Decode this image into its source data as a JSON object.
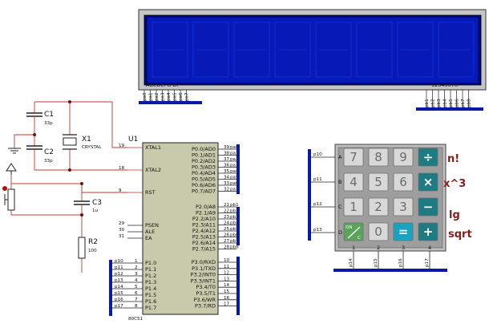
{
  "lcd": {
    "left_label": "ABCDEFG  DP",
    "right_label": "12345678",
    "left_pins": [
      "pa0",
      "pa1",
      "pa2",
      "pa3",
      "pa4",
      "pa5",
      "pa6",
      "pa7"
    ],
    "right_pins": [
      "pb1",
      "pb2",
      "pb3",
      "pb4",
      "pb5",
      "pb6",
      "pb7",
      "pb8"
    ]
  },
  "parts": {
    "c1": {
      "ref": "C1",
      "value": "33p"
    },
    "c2": {
      "ref": "C2",
      "value": "33p"
    },
    "x1": {
      "ref": "X1",
      "value": "CRYSTAL"
    },
    "c3": {
      "ref": "C3",
      "value": "1u"
    },
    "r2": {
      "ref": "R2",
      "value": "100"
    }
  },
  "mcu": {
    "ref": "U1",
    "part": "80C51",
    "left_pins": [
      {
        "num": "19",
        "name": "XTAL1"
      },
      {
        "num": "18",
        "name": "XTAL2"
      },
      {
        "num": "9",
        "name": "RST"
      },
      {
        "num": "29",
        "name": "PSEN"
      },
      {
        "num": "30",
        "name": "ALE"
      },
      {
        "num": "31",
        "name": "EA"
      },
      {
        "num": "1",
        "name": "P1.0"
      },
      {
        "num": "2",
        "name": "P1.1"
      },
      {
        "num": "3",
        "name": "P1.2"
      },
      {
        "num": "4",
        "name": "P1.3"
      },
      {
        "num": "5",
        "name": "P1.4"
      },
      {
        "num": "6",
        "name": "P1.5"
      },
      {
        "num": "7",
        "name": "P1.6"
      },
      {
        "num": "8",
        "name": "P1.7"
      }
    ],
    "right_pins": [
      {
        "num": "39",
        "name": "P0.0/AD0",
        "net": "pa0"
      },
      {
        "num": "38",
        "name": "P0.1/AD1",
        "net": "pa1"
      },
      {
        "num": "37",
        "name": "P0.2/AD2",
        "net": "pa2"
      },
      {
        "num": "36",
        "name": "P0.3/AD3",
        "net": "pa3"
      },
      {
        "num": "35",
        "name": "P0.4/AD4",
        "net": "pa4"
      },
      {
        "num": "34",
        "name": "P0.5/AD5",
        "net": "pa5"
      },
      {
        "num": "33",
        "name": "P0.6/AD6",
        "net": "pa6"
      },
      {
        "num": "32",
        "name": "P0.7/AD7",
        "net": "pa7"
      },
      {
        "num": "21",
        "name": "P2.0/A8",
        "net": "pb1"
      },
      {
        "num": "22",
        "name": "P2.1/A9",
        "net": "pb2"
      },
      {
        "num": "23",
        "name": "P2.2/A10",
        "net": "pb3"
      },
      {
        "num": "24",
        "name": "P2.3/A11",
        "net": "pb4"
      },
      {
        "num": "25",
        "name": "P2.4/A12",
        "net": "pb5"
      },
      {
        "num": "26",
        "name": "P2.5/A13",
        "net": "pb6"
      },
      {
        "num": "27",
        "name": "P2.6/A14",
        "net": "pb7"
      },
      {
        "num": "28",
        "name": "P2.7/A15",
        "net": "pb8"
      },
      {
        "num": "10",
        "name": "P3.0/RXD"
      },
      {
        "num": "11",
        "name": "P3.1/TXD"
      },
      {
        "num": "12",
        "name": "P3.2/INT0"
      },
      {
        "num": "13",
        "name": "P3.3/INT1"
      },
      {
        "num": "14",
        "name": "P3.4/T0"
      },
      {
        "num": "15",
        "name": "P3.5/T1"
      },
      {
        "num": "16",
        "name": "P3.6/WR"
      },
      {
        "num": "17",
        "name": "P3.7/RD"
      }
    ],
    "p1_nets": [
      "p10",
      "p11",
      "p12",
      "p13",
      "p14",
      "p15",
      "p16",
      "p17"
    ]
  },
  "keypad": {
    "row_labels": [
      "A",
      "B",
      "C",
      "D"
    ],
    "row_nets": [
      "p10",
      "p11",
      "p12",
      "p13"
    ],
    "col_labels": [
      "1",
      "2",
      "3",
      "4"
    ],
    "col_nets": [
      "p14",
      "p15",
      "p16",
      "p17"
    ],
    "keys": [
      [
        "7",
        "8",
        "9",
        "÷"
      ],
      [
        "4",
        "5",
        "6",
        "×"
      ],
      [
        "1",
        "2",
        "3",
        "−"
      ],
      [
        "ON/C",
        "0",
        "=",
        "+"
      ]
    ],
    "colors": {
      "digit": "#d8d8d8",
      "operator": "#1e7b84",
      "equals": "#1aa3c0",
      "clear": "#58a55a",
      "bus": "#0a1aa8",
      "wire": "#c0392b"
    }
  },
  "annotations": [
    "n!",
    "x^3",
    "lg",
    "sqrt"
  ]
}
